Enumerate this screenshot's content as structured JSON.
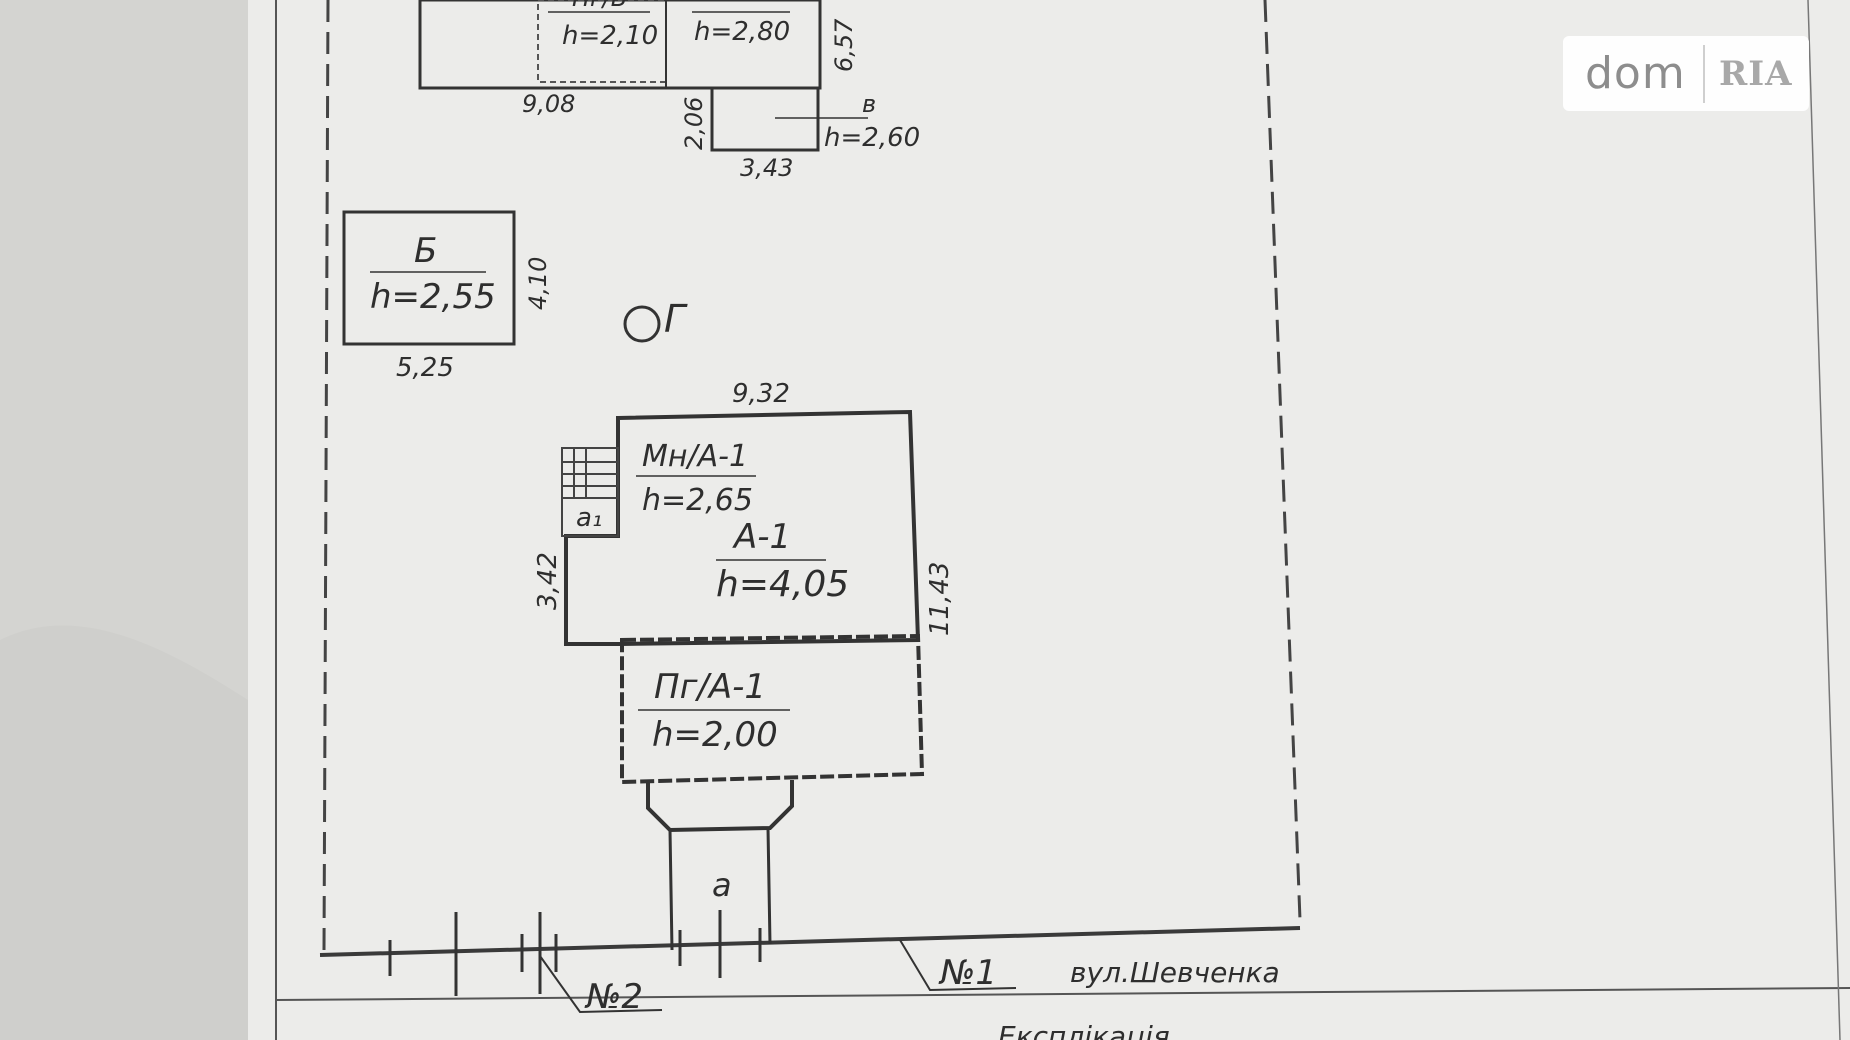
{
  "labels": {
    "top_left_room_label": "Пг/В",
    "top_left_room_height": "h=2,10",
    "top_mid_room_height": "h=2,80",
    "dim_top_right_vertical": "6,57",
    "dim_top_bottom_width": "9,08",
    "dim_annex_vertical": "2,06",
    "annex_label": "в",
    "annex_height": "h=2,60",
    "dim_annex_width": "3,43",
    "building_b_label": "Б",
    "building_b_height": "h=2,55",
    "dim_b_vertical": "4,10",
    "dim_b_width": "5,25",
    "well_label": "Г",
    "dim_main_top": "9,32",
    "mansard_label": "Мн/А-1",
    "mansard_height": "h=2,65",
    "porch_label": "a₁",
    "main_label": "А-1",
    "main_height": "h=4,05",
    "dim_main_left": "3,42",
    "dim_main_right": "11,43",
    "basement_label": "Пг/А-1",
    "basement_height": "h=2,00",
    "entrance_label": "а",
    "gate_1": "№1",
    "gate_2": "№2",
    "street_name": "вул.Шевченка",
    "bottom_caption": "Експлікація"
  },
  "watermark": {
    "left": "dom",
    "right": "RIA"
  }
}
